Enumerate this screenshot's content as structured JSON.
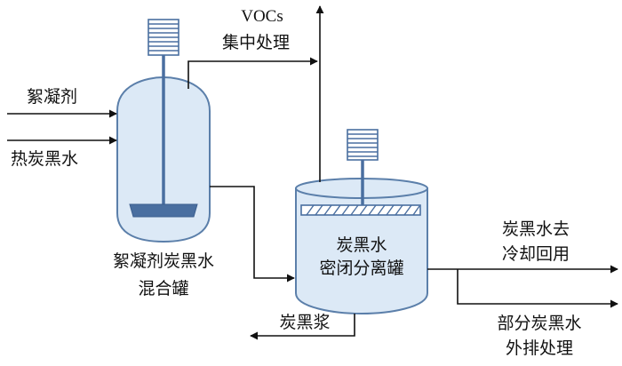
{
  "labels": {
    "flocculant": "絮凝剂",
    "hot_carbon_black_water": "热炭黑水",
    "mixing_tank_line1": "絮凝剂炭黑水",
    "mixing_tank_line2": "混合罐",
    "vocs_line1": "VOCs",
    "vocs_line2": "集中处理",
    "separation_tank_line1": "炭黑水",
    "separation_tank_line2": "密闭分离罐",
    "cooling_reuse_line1": "炭黑水去",
    "cooling_reuse_line2": "冷却回用",
    "partial_discharge_line1": "部分炭黑水",
    "partial_discharge_line2": "外排处理",
    "carbon_black_slurry": "炭黑浆"
  },
  "colors": {
    "tank_fill": "#dce9f6",
    "tank_stroke": "#5b7faa",
    "equipment_blue": "#4a6fa0",
    "line": "#111111"
  }
}
